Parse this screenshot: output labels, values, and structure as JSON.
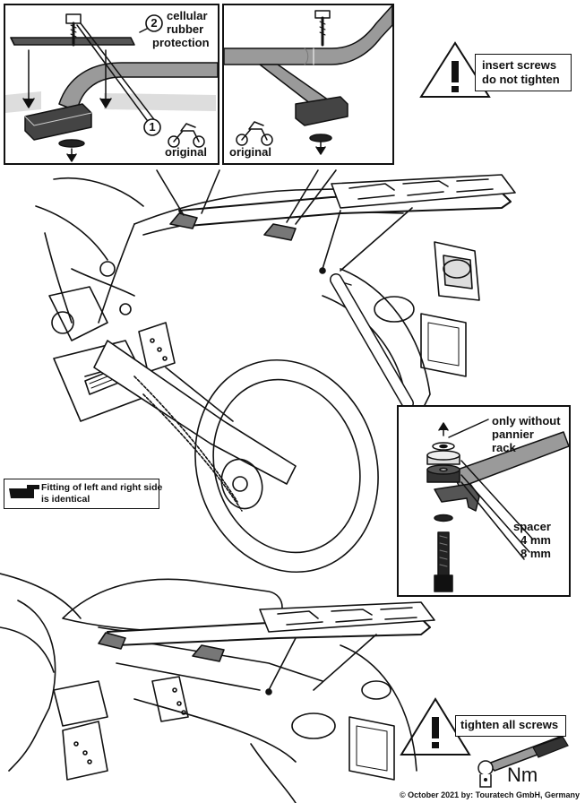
{
  "detail_left": {
    "callout_2": "2",
    "callout_2_label": "cellular rubber protection",
    "callout_2_lines": [
      "cellular",
      "rubber",
      "protection"
    ],
    "callout_1": "1",
    "original_label": "original"
  },
  "detail_middle": {
    "original_label": "original"
  },
  "warning_top": {
    "lines": [
      "insert screws",
      "do not tighten"
    ]
  },
  "note": {
    "lines": [
      "Fitting of left and right side",
      "is identical"
    ]
  },
  "detail_right": {
    "only_lines": [
      "only without",
      "pannier",
      "rack"
    ],
    "spacer_lines": [
      "spacer",
      "4 mm",
      "8 mm"
    ]
  },
  "warning_bottom": {
    "text": "tighten all screws",
    "unit": "Nm"
  },
  "footer": {
    "copyright": "© October 2021 by: Touratech GmbH, Germany"
  },
  "colors": {
    "line": "#111111",
    "grey": "#9a9a9a",
    "dark": "#2b2b2b",
    "paper": "#ffffff"
  }
}
